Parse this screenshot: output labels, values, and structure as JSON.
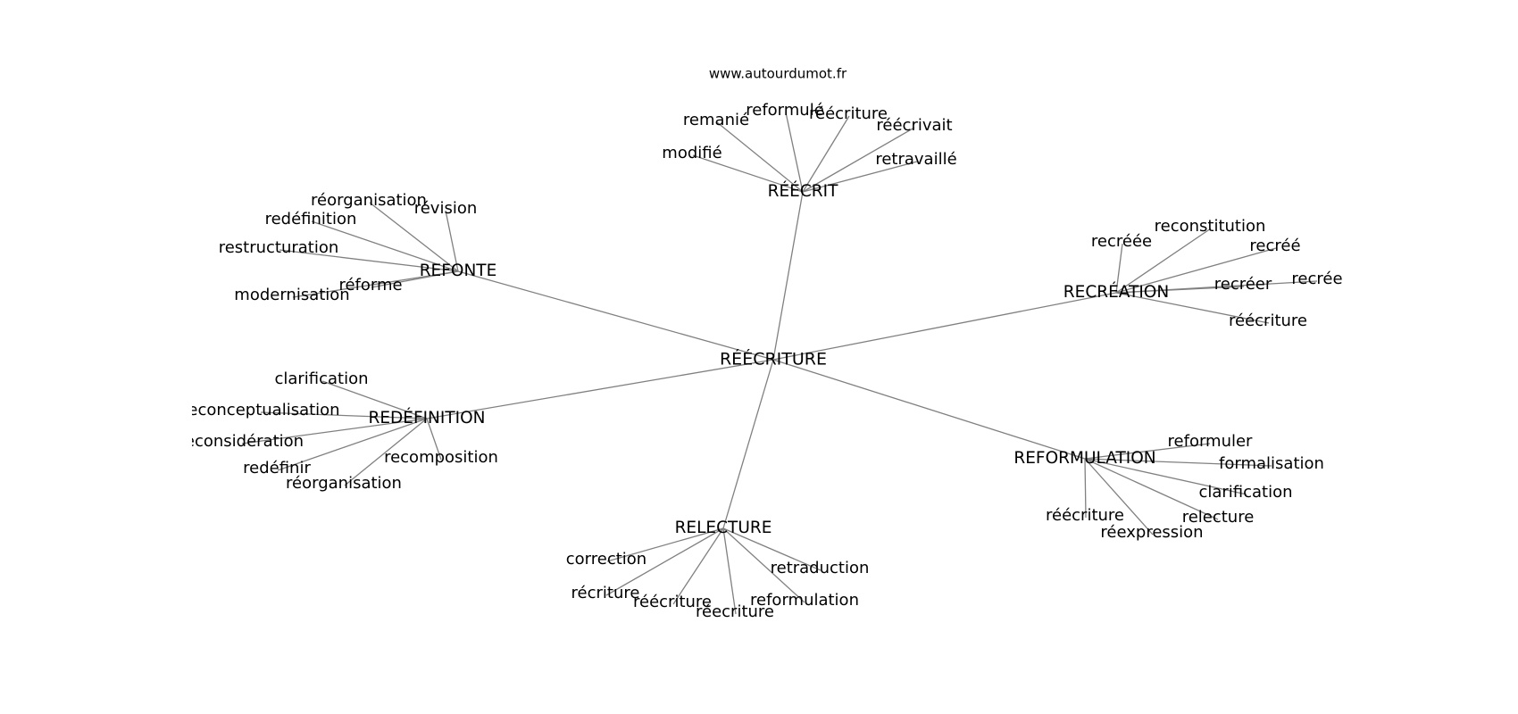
{
  "site": "www.autourdumot.fr",
  "center": {
    "label": "RÉÉCRITURE"
  },
  "hubs": [
    {
      "label": "RÉÉCRIT",
      "leaves": [
        "remanié",
        "reformulé",
        "réécriture",
        "réécrivait",
        "modifié",
        "retravaillé"
      ]
    },
    {
      "label": "REFONTE",
      "leaves": [
        "réorganisation",
        "révision",
        "redéfinition",
        "restructuration",
        "réforme",
        "modernisation"
      ]
    },
    {
      "label": "RECRÉATION",
      "leaves": [
        "recréée",
        "reconstitution",
        "recréé",
        "recréer",
        "recrée",
        "réécriture"
      ]
    },
    {
      "label": "REDÉFINITION",
      "leaves": [
        "clarification",
        "reconceptualisation",
        "reconsidération",
        "redéfinir",
        "recomposition",
        "réorganisation"
      ]
    },
    {
      "label": "REFORMULATION",
      "leaves": [
        "reformuler",
        "formalisation",
        "clarification",
        "relecture",
        "réécriture",
        "réexpression"
      ]
    },
    {
      "label": "RELECTURE",
      "leaves": [
        "correction",
        "retraduction",
        "récriture",
        "réécriture",
        "reformulation",
        "réecriture"
      ]
    }
  ]
}
